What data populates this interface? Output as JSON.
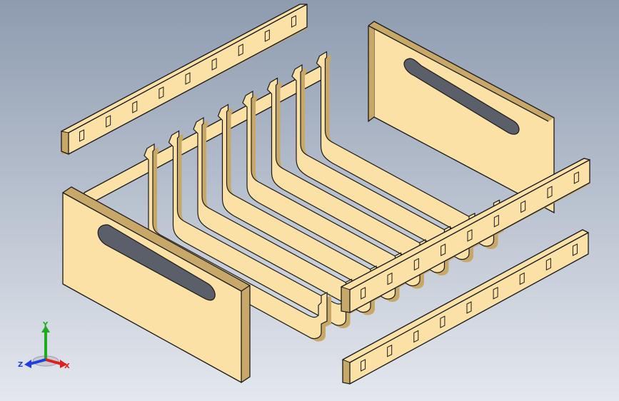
{
  "viewport": {
    "background_top": "#8e9bb0",
    "background_bottom": "#e4e8ee",
    "part_face_color": "#fbe1a6",
    "part_edge_color": "#1a1a1a",
    "part_shadow_color": "#c8a868",
    "slot_dark_color": "#5a5f6a"
  },
  "triad": {
    "x_label": "X",
    "y_label": "Y",
    "z_label": "Z",
    "x_color": "#e02020",
    "y_color": "#1faa1f",
    "z_color": "#1f3fe0"
  },
  "parts": [
    {
      "name": "rail-top-left"
    },
    {
      "name": "end-panel-back-right"
    },
    {
      "name": "rail-back"
    },
    {
      "name": "dividers"
    },
    {
      "name": "end-panel-front-left"
    },
    {
      "name": "rail-front-upper"
    },
    {
      "name": "rail-front-lower"
    }
  ]
}
